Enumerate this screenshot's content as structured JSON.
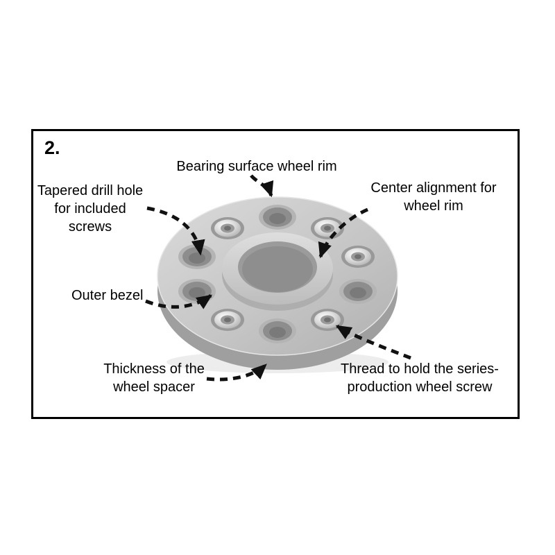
{
  "figure": {
    "step_number": "2.",
    "labels": {
      "bearing_surface": "Bearing surface wheel rim",
      "tapered_drill_hole_lines": [
        "Tapered drill hole",
        "for included",
        "screws"
      ],
      "center_alignment_lines": [
        "Center alignment for",
        "wheel rim"
      ],
      "outer_bezel": "Outer bezel",
      "thickness_lines": [
        "Thickness of the",
        "wheel spacer"
      ],
      "thread_lines": [
        "Thread to hold the series-",
        "production wheel screw"
      ]
    },
    "colors": {
      "frame_border": "#000000",
      "arrow": "#111111",
      "disc_top": "#cccccc",
      "disc_side": "#9f9f9f",
      "hub_top": "#d5d5d5",
      "hole_recess": "#8d8d8d",
      "insert_bright": "#eeeeee"
    }
  }
}
